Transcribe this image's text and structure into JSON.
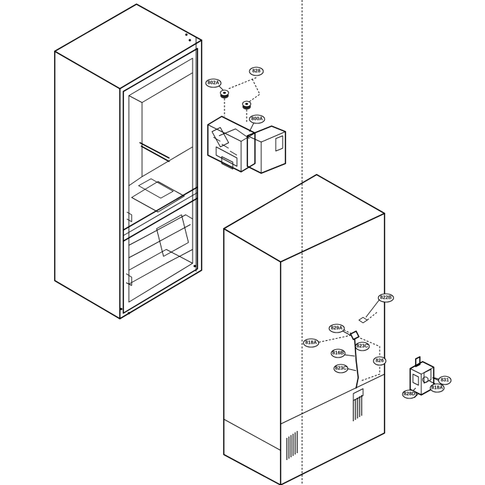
{
  "callouts": {
    "c828": "828",
    "c802a": "802A",
    "c800a": "800A",
    "c822b": "822B",
    "c829a": "829A",
    "c818a_left": "818A",
    "c823c_top": "823C",
    "c816b": "816B",
    "c823c_bottom": "823C",
    "c826": "826",
    "c831": "831",
    "c818a_right": "818A",
    "c828d": "828D"
  }
}
